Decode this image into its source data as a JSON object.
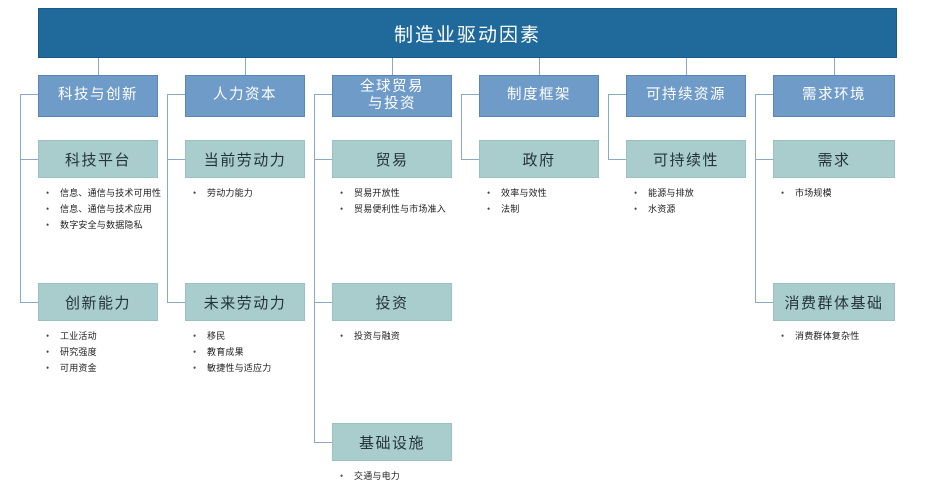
{
  "title": "制造业驱动因素",
  "colors": {
    "title_bg": "#1F6A9B",
    "level1_bg": "#6F9BC9",
    "level2_bg": "#A9CDCC",
    "connector": "#8aa9c4"
  },
  "columns": [
    {
      "id": "tech-innovation",
      "label": "科技与创新",
      "groups": [
        {
          "id": "tech-platform",
          "label": "科技平台",
          "bullets": [
            "信息、通信与技术可用性",
            "信息、通信与技术应用",
            "数字安全与数据隐私"
          ]
        },
        {
          "id": "innovation-capability",
          "label": "创新能力",
          "bullets": [
            "工业活动",
            "研究强度",
            "可用资金"
          ]
        }
      ]
    },
    {
      "id": "human-capital",
      "label": "人力资本",
      "groups": [
        {
          "id": "current-workforce",
          "label": "当前劳动力",
          "bullets": [
            "劳动力能力"
          ]
        },
        {
          "id": "future-workforce",
          "label": "未来劳动力",
          "bullets": [
            "移民",
            "教育成果",
            "敏捷性与适应力"
          ]
        }
      ]
    },
    {
      "id": "global-trade-investment",
      "label": "全球贸易\n与投资",
      "groups": [
        {
          "id": "trade",
          "label": "贸易",
          "bullets": [
            "贸易开放性",
            "贸易便利性与市场准入"
          ]
        },
        {
          "id": "investment",
          "label": "投资",
          "bullets": [
            "投资与融资"
          ]
        },
        {
          "id": "infrastructure",
          "label": "基础设施",
          "bullets": [
            "交通与电力"
          ]
        }
      ]
    },
    {
      "id": "institutional-framework",
      "label": "制度框架",
      "groups": [
        {
          "id": "government",
          "label": "政府",
          "bullets": [
            "效率与效性",
            "法制"
          ]
        }
      ]
    },
    {
      "id": "sustainable-resources",
      "label": "可持续资源",
      "groups": [
        {
          "id": "sustainability",
          "label": "可持续性",
          "bullets": [
            "能源与排放",
            "水资源"
          ]
        }
      ]
    },
    {
      "id": "demand-environment",
      "label": "需求环境",
      "groups": [
        {
          "id": "demand",
          "label": "需求",
          "bullets": [
            "市场规模"
          ]
        },
        {
          "id": "consumer-base",
          "label": "消费群体基础",
          "bullets": [
            "消费群体复杂性"
          ]
        }
      ]
    }
  ]
}
